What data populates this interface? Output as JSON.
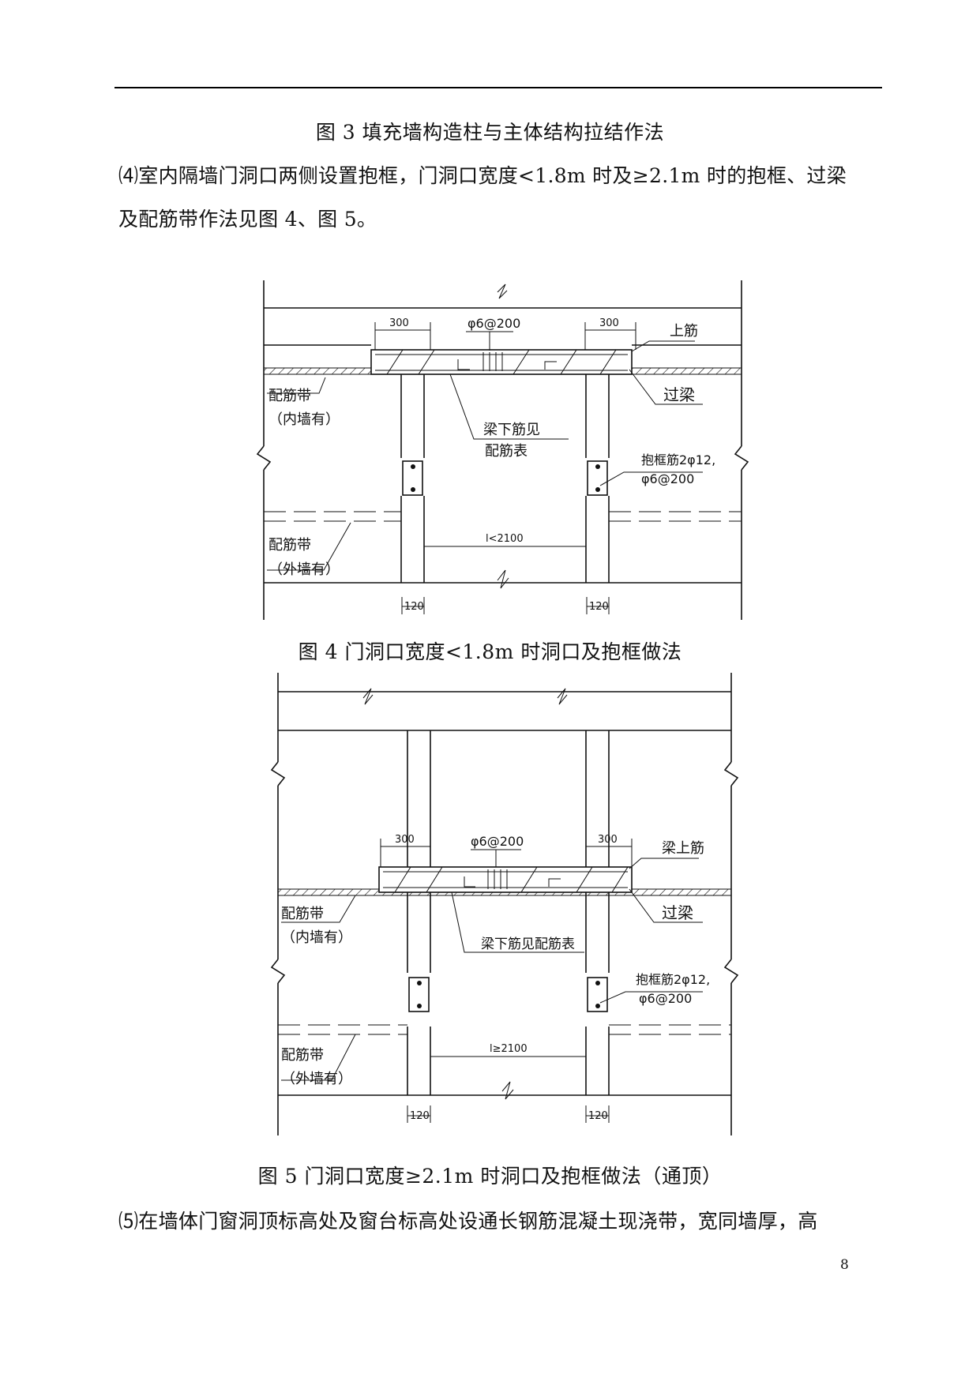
{
  "header_rule": true,
  "caption_fig3": "图 3   填充墙构造柱与主体结构拉结作法",
  "para4_line1": "⑷室内隔墙门洞口两侧设置抱框，门洞口宽度<1.8m 时及≥2.1m 时的抱框、过梁",
  "para4_line2": "及配筋带作法见图 4、图 5。",
  "fig4": {
    "dim_300_left": "300",
    "dim_300_right": "300",
    "stirrup": "φ6@200",
    "top_bar": "上筋",
    "lintel": "过梁",
    "band_inner_1": "配筋带",
    "band_inner_2": "（内墙有）",
    "bottom_bar_1": "梁下筋见",
    "bottom_bar_2": "配筋表",
    "frame_bar_1": "抱框筋2φ12,",
    "frame_bar_2": "φ6@200",
    "band_outer_1": "配筋带",
    "band_outer_2": "（外墙有）",
    "span": "l<2100",
    "dim_120_left": "120",
    "dim_120_right": "120"
  },
  "caption_fig4": "图 4    门洞口宽度<1.8m 时洞口及抱框做法",
  "fig5": {
    "dim_300_left": "300",
    "dim_300_right": "300",
    "stirrup": "φ6@200",
    "top_bar": "梁上筋",
    "lintel": "过梁",
    "band_inner_1": "配筋带",
    "band_inner_2": "（内墙有）",
    "bottom_bar": "梁下筋见配筋表",
    "frame_bar_1": "抱框筋2φ12,",
    "frame_bar_2": "φ6@200",
    "band_outer_1": "配筋带",
    "band_outer_2": "（外墙有）",
    "span": "l≥2100",
    "dim_120_left": "120",
    "dim_120_right": "120"
  },
  "caption_fig5": "图 5    门洞口宽度≥2.1m 时洞口及抱框做法（通顶）",
  "para5_line1": "⑸在墙体门窗洞顶标高处及窗台标高处设通长钢筋混凝土现浇带，宽同墙厚，高",
  "page_number": "8"
}
